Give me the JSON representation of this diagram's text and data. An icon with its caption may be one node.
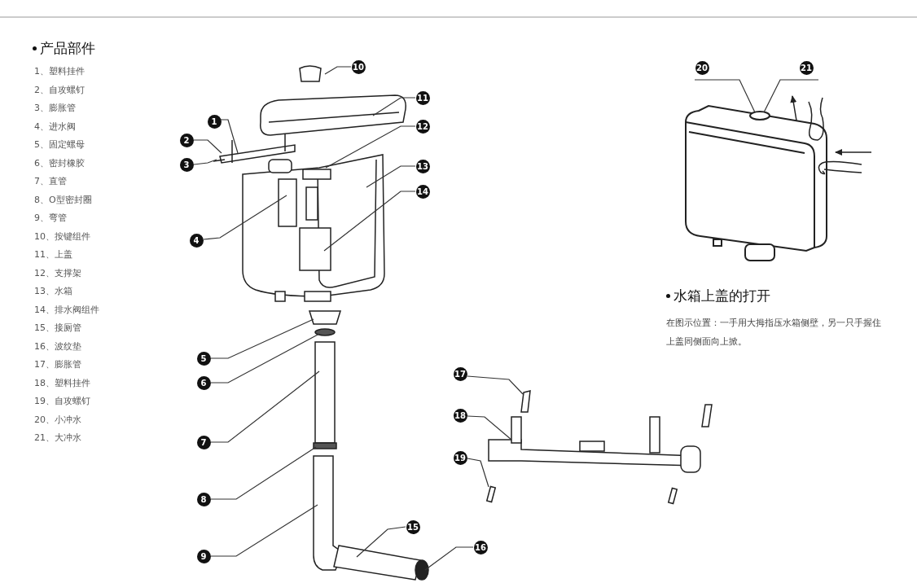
{
  "diagram": {
    "nodes": [
      {
        "text": [
          "1"
        ]
      },
      {
        "text": [
          "2"
        ]
      },
      {
        "text": [
          "3"
        ]
      },
      {
        "text": [
          "4"
        ]
      },
      {
        "text": [
          "5"
        ]
      },
      {
        "text": [
          "6"
        ]
      },
      {
        "text": [
          "7"
        ]
      },
      {
        "text": [
          "8"
        ]
      },
      {
        "text": [
          "9"
        ]
      },
      {
        "text": [
          "10"
        ]
      },
      {
        "text": [
          "11"
        ]
      },
      {
        "text": [
          "12"
        ]
      },
      {
        "text": [
          "13"
        ]
      },
      {
        "text": [
          "14"
        ]
      },
      {
        "text": [
          "15"
        ]
      },
      {
        "text": [
          "16"
        ]
      },
      {
        "text": [
          "17"
        ]
      },
      {
        "text": [
          "18"
        ]
      },
      {
        "text": [
          "19"
        ]
      },
      {
        "text": [
          "20"
        ]
      },
      {
        "text": [
          "21"
        ]
      }
    ],
    "edges": [
      {
        "from": 0,
        "to": null,
        "arrow": "none"
      },
      {
        "from": 1,
        "to": null,
        "arrow": "none"
      },
      {
        "from": 2,
        "to": null,
        "arrow": "none"
      },
      {
        "from": 3,
        "to": null,
        "arrow": "none"
      },
      {
        "from": 4,
        "to": null,
        "arrow": "none"
      },
      {
        "from": 5,
        "to": null,
        "arrow": "none"
      },
      {
        "from": 6,
        "to": null,
        "arrow": "none"
      },
      {
        "from": 7,
        "to": null,
        "arrow": "none"
      },
      {
        "from": 8,
        "to": null,
        "arrow": "none"
      },
      {
        "from": 9,
        "to": null,
        "arrow": "none"
      },
      {
        "from": 10,
        "to": null,
        "arrow": "none"
      },
      {
        "from": 11,
        "to": null,
        "arrow": "none"
      },
      {
        "from": 12,
        "to": null,
        "arrow": "none"
      },
      {
        "from": 13,
        "to": null,
        "arrow": "none"
      },
      {
        "from": 14,
        "to": null,
        "arrow": "none"
      },
      {
        "from": 15,
        "to": null,
        "arrow": "none"
      },
      {
        "from": 16,
        "to": null,
        "arrow": "none"
      },
      {
        "from": 17,
        "to": null,
        "arrow": "none"
      },
      {
        "from": 18,
        "to": null,
        "arrow": "none"
      },
      {
        "from": 19,
        "to": null,
        "arrow": "none"
      },
      {
        "from": 20,
        "to": null,
        "arrow": "none"
      }
    ],
    "labels": [
      "产品部件",
      "1、塑料挂件",
      "2、自攻螺钉",
      "3、膨胀管",
      "4、进水阀",
      "5、固定螺母",
      "6、密封橡胶",
      "7、直管",
      "8、O型密封圈",
      "9、弯管",
      "10、按键组件",
      "11、上盖",
      "12、支撑架",
      "13、水箱",
      "14、排水阀组件",
      "15、接厕管",
      "16、波纹垫",
      "17、膨胀管",
      "18、塑料挂件",
      "19、自攻螺钉",
      "20、小冲水",
      "21、大冲水",
      "水箱上盖的打开",
      "在图示位置：一手用大拇指压水箱侧壁，另一只手握住上盖同侧面向上掀。"
    ]
  }
}
